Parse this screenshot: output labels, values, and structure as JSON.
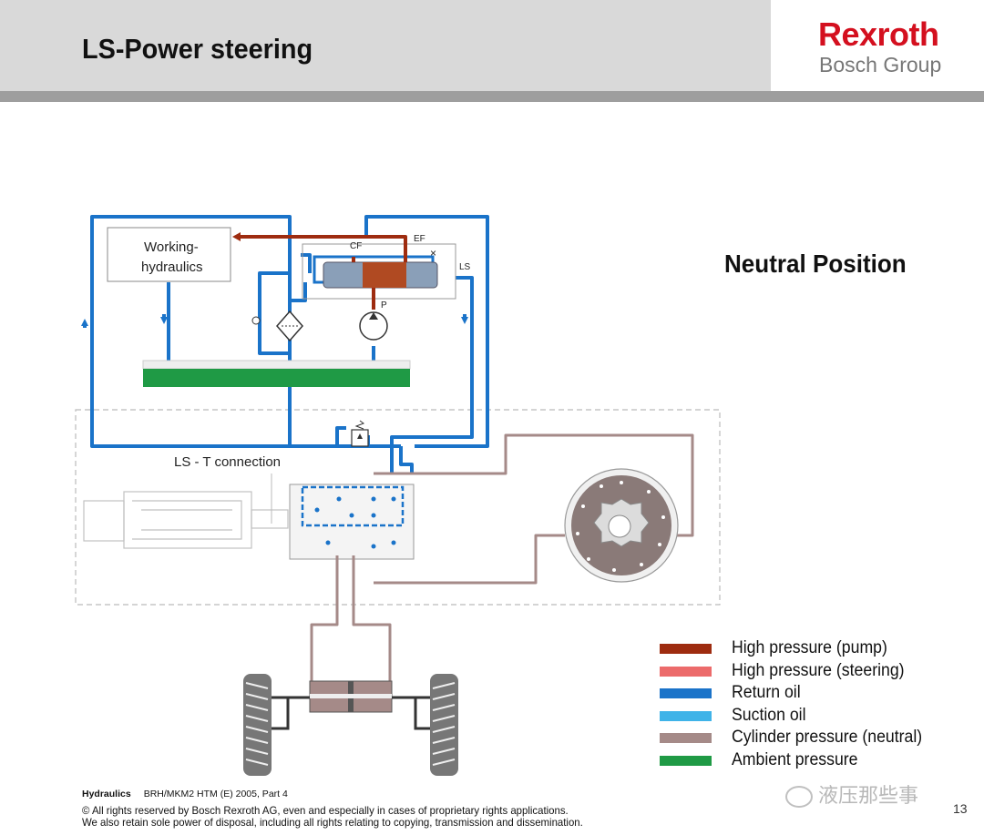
{
  "header": {
    "title": "LS-Power steering"
  },
  "logo": {
    "brand": "Rexroth",
    "group": "Bosch Group"
  },
  "state_title": "Neutral Position",
  "diagram": {
    "labels": {
      "working_hydraulics_line1": "Working-",
      "working_hydraulics_line2": "hydraulics",
      "cf": "CF",
      "ef": "EF",
      "ls": "LS",
      "p": "P",
      "ls_t_connection": "LS - T connection"
    }
  },
  "legend": [
    {
      "label": "High pressure (pump)",
      "color": "#9e2c10"
    },
    {
      "label": "High pressure (steering)",
      "color": "#ec6b6b"
    },
    {
      "label": "Return oil",
      "color": "#1a73c9"
    },
    {
      "label": "Suction oil",
      "color": "#3fb3e8"
    },
    {
      "label": "Cylinder pressure (neutral)",
      "color": "#a58a88"
    },
    {
      "label": "Ambient pressure",
      "color": "#1f9a45"
    }
  ],
  "footer": {
    "dept": "Hydraulics",
    "ref": "BRH/MKM2  HTM (E) 2005, Part 4",
    "copyright_line1": "© All rights reserved by Bosch Rexroth AG, even and especially in cases of proprietary rights applications.",
    "copyright_line2": "We also retain sole power of disposal, including all rights relating to copying, transmission and dissemination."
  },
  "watermark": "液压那些事",
  "page_number": "13"
}
